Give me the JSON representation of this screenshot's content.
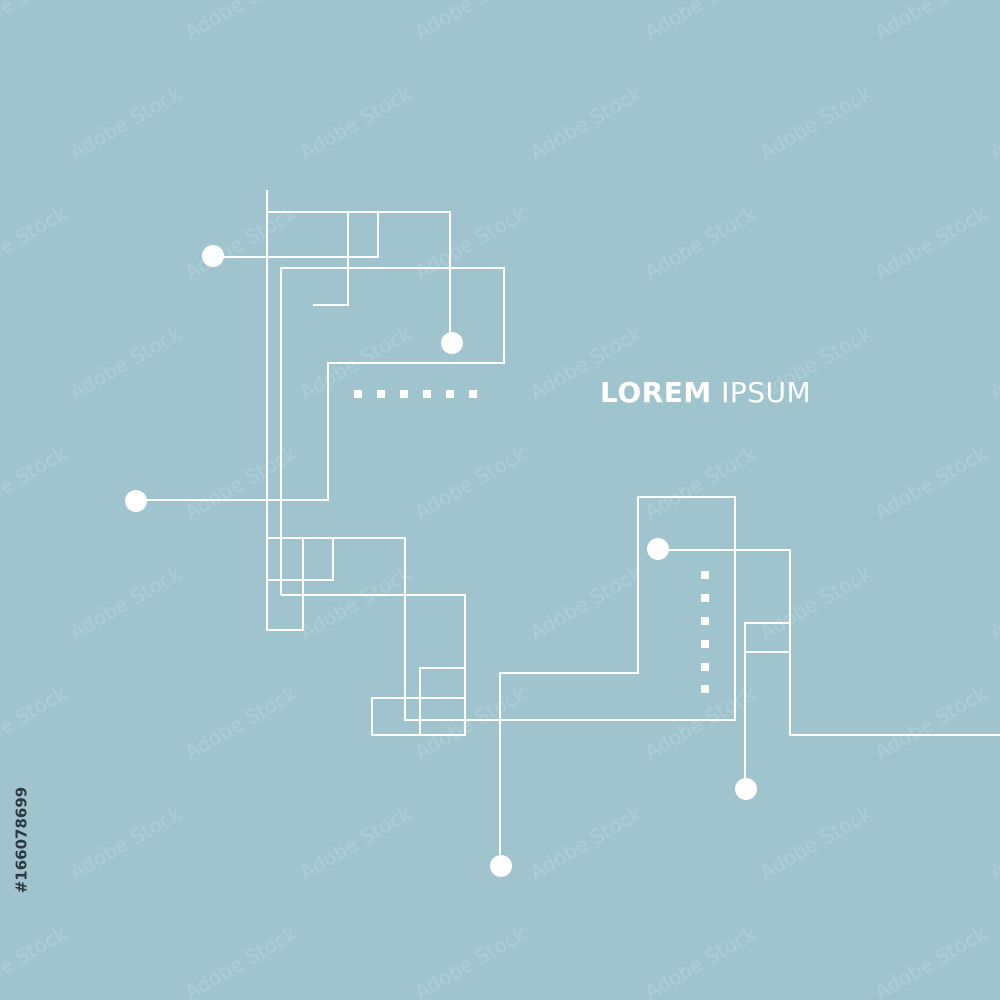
{
  "title": {
    "bold": "LOREM",
    "regular": "IPSUM"
  },
  "watermark": {
    "text": "Adobe Stock"
  },
  "stock_id": "#166078699",
  "colors": {
    "background": "#a0c4ce",
    "lines": "#ffffff"
  }
}
